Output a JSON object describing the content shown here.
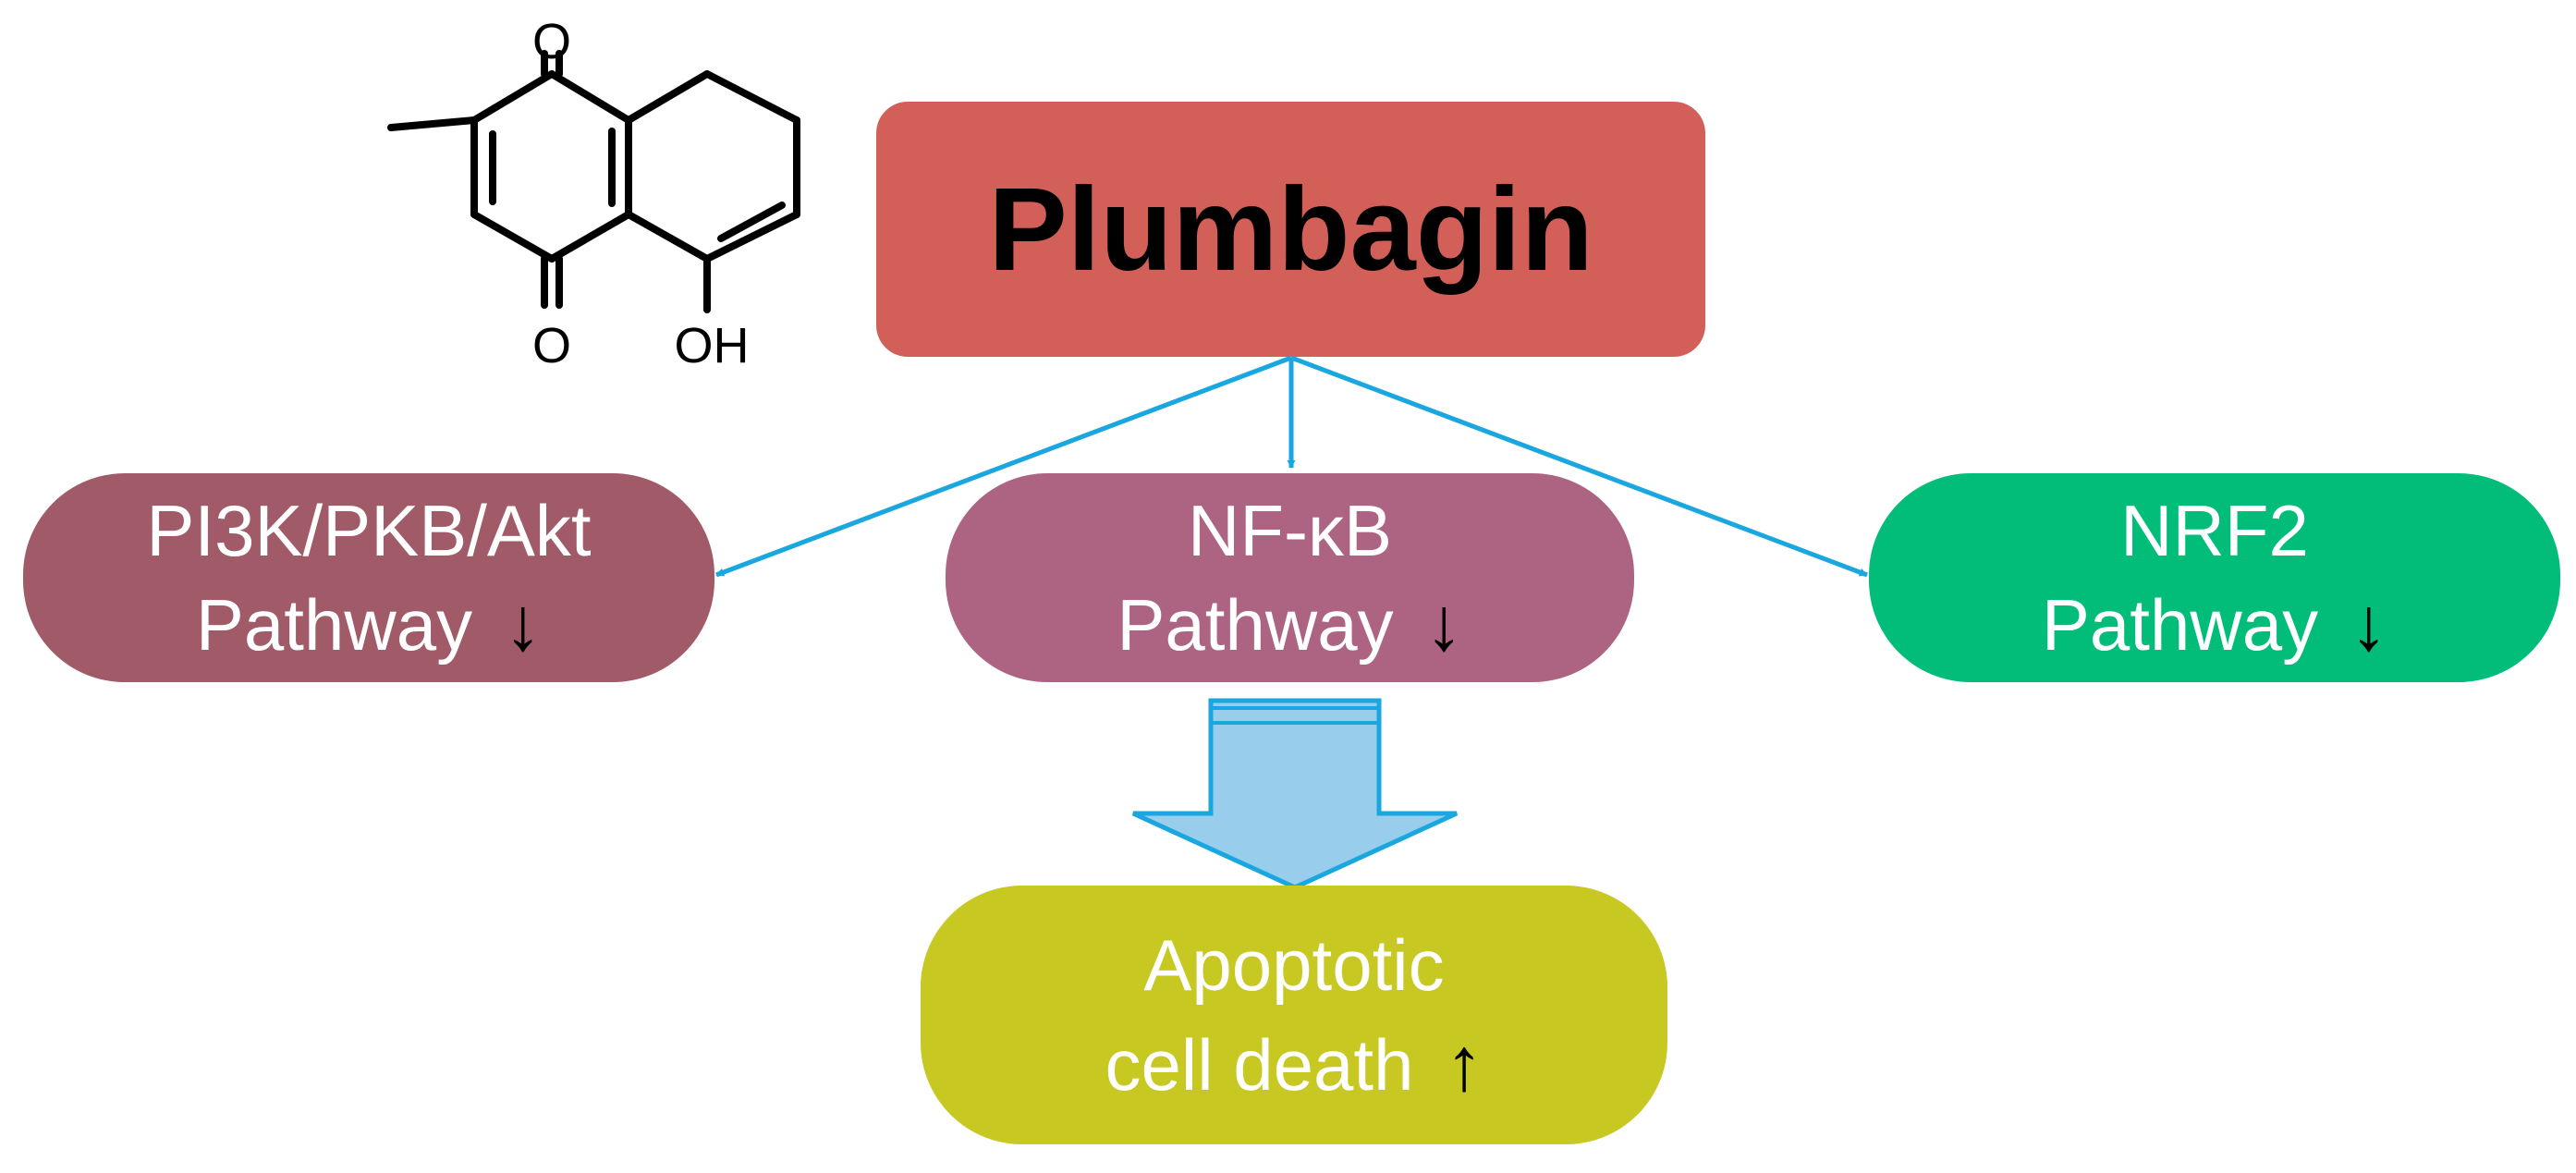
{
  "diagram": {
    "title": "Plumbagin",
    "structure": {
      "oxygen_top": "O",
      "oxygen_bottom": "O",
      "hydroxyl": "OH"
    },
    "nodes": {
      "pi3k": {
        "line1": "PI3K/PKB/Akt",
        "line2": "Pathway",
        "trend": "↓"
      },
      "nfkb": {
        "line1": "NF-κB",
        "line2": "Pathway",
        "trend": "↓"
      },
      "nrf2": {
        "line1": "NRF2",
        "line2": "Pathway",
        "trend": "↓"
      },
      "apoptosis": {
        "line1": "Apoptotic",
        "line2": "cell death",
        "trend": "↑"
      }
    },
    "colors": {
      "title_box": "#d26058",
      "pi3k_box": "#a05a68",
      "nfkb_box": "#ad6483",
      "nrf2_box": "#02bd7a",
      "apoptosis_box": "#c7c822",
      "connector": "#1aa6df",
      "block_arrow_fill": "#99cdec"
    }
  }
}
